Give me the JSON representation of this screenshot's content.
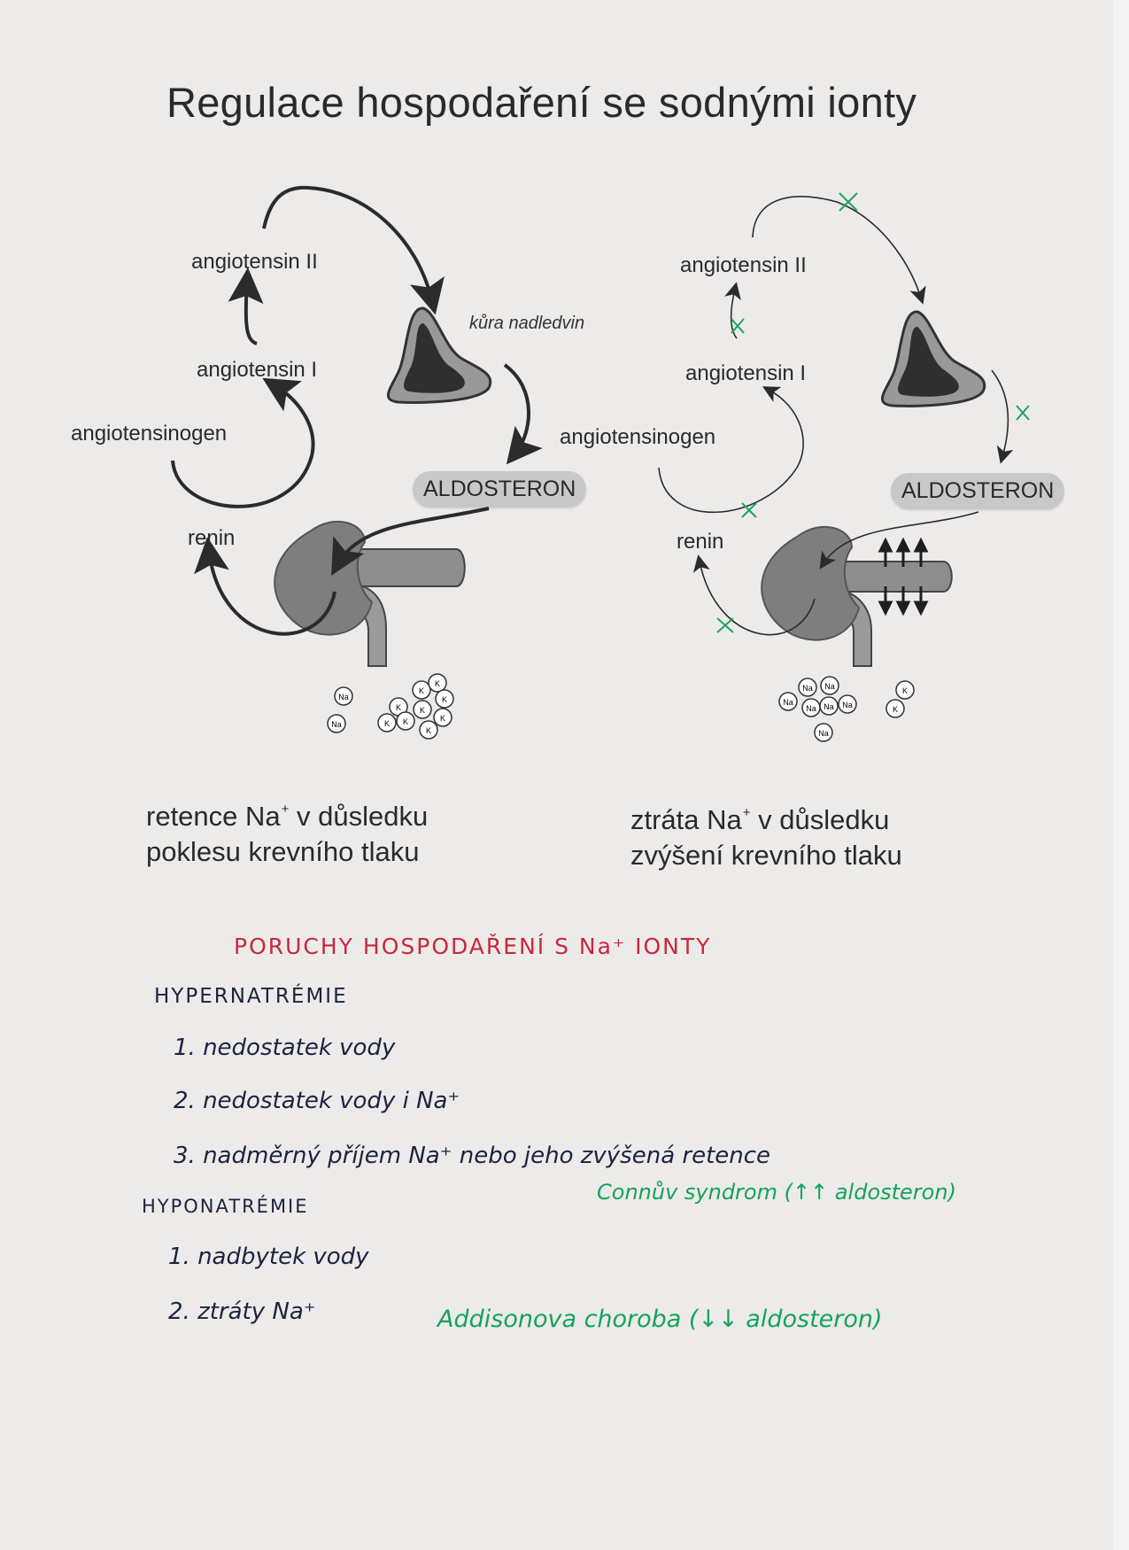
{
  "title": "Regulace hospodaření se sodnými ionty",
  "left_diagram": {
    "angiotensin_ii": "angiotensin II",
    "angiotensin_i": "angiotensin I",
    "angiotensinogen": "angiotensinogen",
    "renin": "renin",
    "adrenal_cortex": "kůra nadledvin",
    "aldosterone": "ALDOSTERON",
    "caption_line1_a": "retence Na",
    "caption_line1_sup": "+",
    "caption_line1_b": " v důsledku",
    "caption_line2": "poklesu krevního tlaku"
  },
  "right_diagram": {
    "angiotensin_ii": "angiotensin II",
    "angiotensin_i": "angiotensin I",
    "angiotensinogen": "angiotensinogen",
    "renin": "renin",
    "aldosterone": "ALDOSTERON",
    "caption_line1_a": "ztráta Na",
    "caption_line1_sup": "+",
    "caption_line1_b": " v důsledku",
    "caption_line2": "zvýšení krevního tlaku"
  },
  "ions": {
    "na": "Na",
    "k": "K"
  },
  "notes": {
    "heading": "PORUCHY HOSPODAŘENÍ S Na⁺ IONTY",
    "hyper_title": "HYPERNATRÉMIE",
    "hyper_items": [
      "1. nedostatek vody",
      "2. nedostatek vody i Na⁺",
      "3. nadměrný příjem Na⁺ nebo jeho zvýšená retence"
    ],
    "hyper_note": "Connův syndrom (↑↑ aldosteron)",
    "hypo_title": "HYPONATRÉMIE",
    "hypo_items": [
      "1. nadbytek vody",
      "2. ztráty Na⁺"
    ],
    "hypo_note": "Addisonova choroba (↓↓ aldosteron)"
  },
  "colors": {
    "heading_red": "#c8283a",
    "note_green": "#15a35a",
    "ink_navy": "#1c2240",
    "organ_gray": "#7c7c7c",
    "pill_gray": "#c8c8c8"
  },
  "icons": [
    "adrenal-gland-icon",
    "kidney-icon",
    "sodium-ion-icon",
    "potassium-ion-icon",
    "blocked-x-icon"
  ]
}
